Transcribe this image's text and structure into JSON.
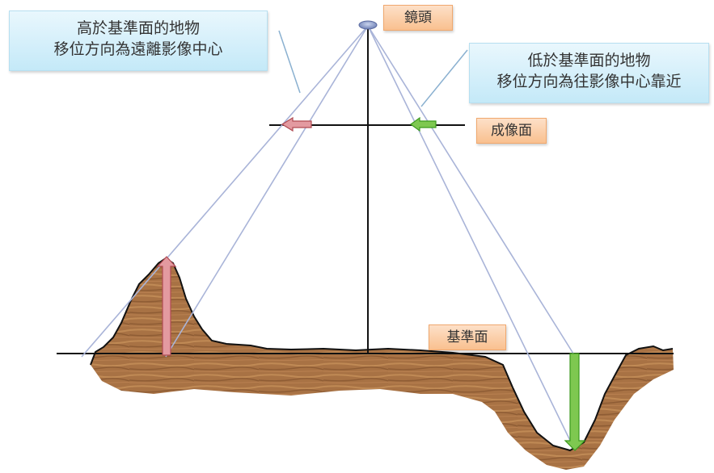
{
  "labels": {
    "lens": "鏡頭",
    "image_plane": "成像面",
    "datum_plane": "基準面"
  },
  "callouts": {
    "high": {
      "line1": "高於基準面的地物",
      "line2": "移位方向為遠離影像中心"
    },
    "low": {
      "line1": "低於基準面的地物",
      "line2": "移位方向為往影像中心靠近"
    }
  },
  "colors": {
    "terrain": "#a87244",
    "red_arrow": "#e39aa0",
    "green_arrow": "#7ec850",
    "ray_line": "#a9b4d8"
  }
}
